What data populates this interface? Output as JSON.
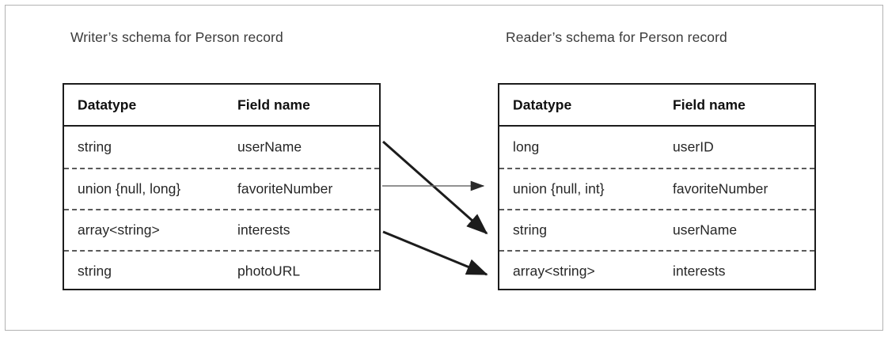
{
  "figure": {
    "writer": {
      "title": "Writer’s schema for Person record",
      "columns": [
        "Datatype",
        "Field name"
      ],
      "rows": [
        {
          "datatype": "string",
          "field": "userName"
        },
        {
          "datatype": "union {null, long}",
          "field": "favoriteNumber"
        },
        {
          "datatype": "array<string>",
          "field": "interests"
        },
        {
          "datatype": "string",
          "field": "photoURL"
        }
      ]
    },
    "reader": {
      "title": "Reader’s schema for Person record",
      "columns": [
        "Datatype",
        "Field name"
      ],
      "rows": [
        {
          "datatype": "long",
          "field": "userID"
        },
        {
          "datatype": "union {null, int}",
          "field": "favoriteNumber"
        },
        {
          "datatype": "string",
          "field": "userName"
        },
        {
          "datatype": "array<string>",
          "field": "interests"
        }
      ]
    },
    "mappings": [
      {
        "from": "userName",
        "to": "userName",
        "style": "diagonal-down"
      },
      {
        "from": "favoriteNumber",
        "to": "favoriteNumber",
        "style": "horizontal"
      },
      {
        "from": "interests",
        "to": "interests",
        "style": "diagonal-down"
      }
    ],
    "colors": {
      "frame_border": "#b2b2b2",
      "table_border": "#1c1c1c",
      "row_divider": "#5a5a5a",
      "text": "#262626",
      "title_text": "#3b3b3b",
      "arrow_dark": "#1c1c1c",
      "arrow_light": "#6e6e6e",
      "background": "#ffffff"
    }
  }
}
